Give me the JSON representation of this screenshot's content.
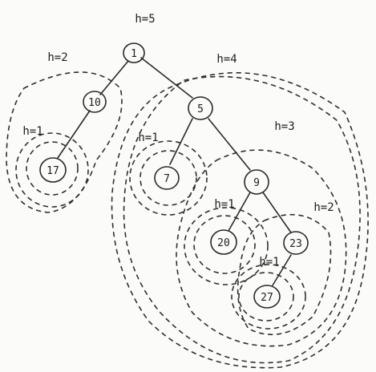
{
  "title": "h=5",
  "nodes": {
    "n1": "1",
    "n10": "10",
    "n5": "5",
    "n17": "17",
    "n7": "7",
    "n9": "9",
    "n20": "20",
    "n23": "23",
    "n27": "27"
  },
  "labels": {
    "h_root": "h=5",
    "h_left": "h=2",
    "h_right": "h=4",
    "h_17": "h=1",
    "h_7": "h=1",
    "h_9": "h=3",
    "h_20": "h=1",
    "h_23": "h=2",
    "h_27": "h=1"
  }
}
